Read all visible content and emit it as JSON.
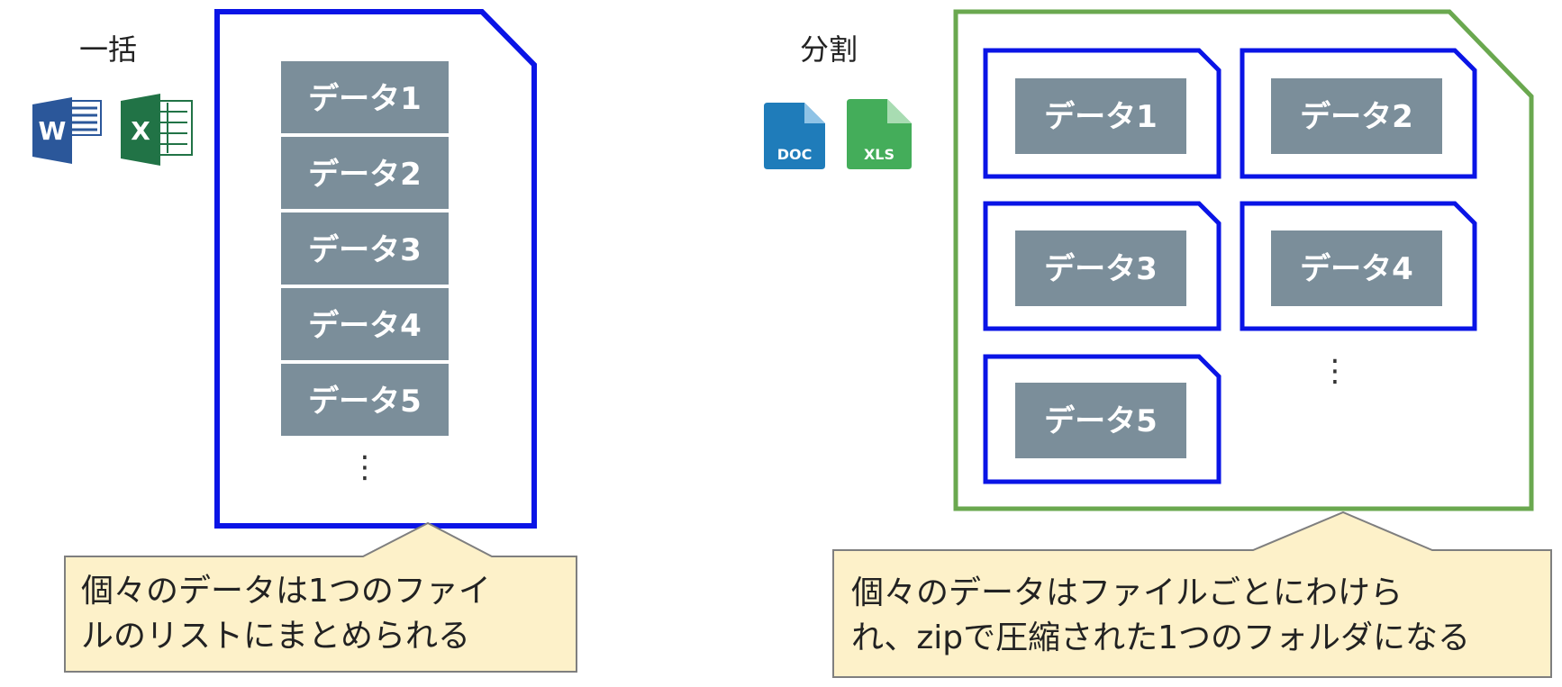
{
  "left": {
    "title": "一括",
    "items": [
      "データ1",
      "データ2",
      "データ3",
      "データ4",
      "データ5"
    ],
    "more": "⋮",
    "callout": [
      "個々のデータは1つのファイ",
      "ルのリストにまとめられる"
    ],
    "icons": [
      {
        "name": "word-icon",
        "letter": "W",
        "color": "#2b579a"
      },
      {
        "name": "excel-icon",
        "letter": "X",
        "color": "#217346"
      }
    ]
  },
  "right": {
    "title": "分割",
    "items": [
      "データ1",
      "データ2",
      "データ3",
      "データ4",
      "データ5"
    ],
    "more": "⋮",
    "callout": [
      "個々のデータはファイルごとにわけら",
      "れ、zipで圧縮された1つのフォルダになる"
    ],
    "icons": [
      {
        "name": "doc-file-icon",
        "label": "DOC",
        "color": "#1f7cba"
      },
      {
        "name": "xls-file-icon",
        "label": "XLS",
        "color": "#44ad5a"
      }
    ]
  },
  "colors": {
    "blue_border": "#0a14e6",
    "green_border": "#6aa84f",
    "box_fill": "#7b8e9a",
    "callout_fill": "#fdf1c9",
    "callout_border": "#7f7f7f"
  }
}
